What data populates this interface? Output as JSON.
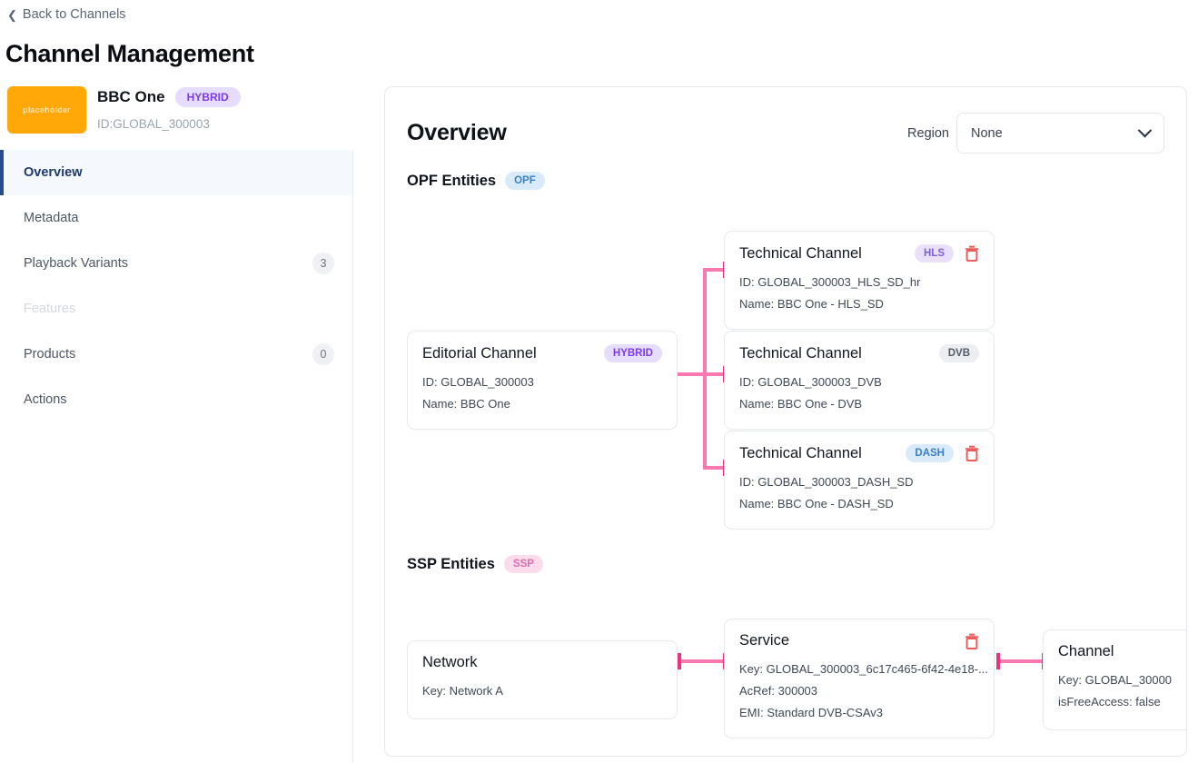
{
  "header": {
    "back_label": "Back to Channels",
    "back_icon": "chevron-left-icon",
    "page_title": "Channel Management"
  },
  "channel": {
    "logo_text": "placeholder",
    "logo_color": "#ffa808",
    "name": "BBC One",
    "badge": "HYBRID",
    "id": "ID:GLOBAL_300003"
  },
  "sidebar": {
    "items": [
      {
        "label": "Overview",
        "count": "",
        "active": true,
        "disabled": false
      },
      {
        "label": "Metadata",
        "count": "",
        "active": false,
        "disabled": false
      },
      {
        "label": "Playback Variants",
        "count": "3",
        "active": false,
        "disabled": false
      },
      {
        "label": "Features",
        "count": "",
        "active": false,
        "disabled": true
      },
      {
        "label": "Products",
        "count": "0",
        "active": false,
        "disabled": false
      },
      {
        "label": "Actions",
        "count": "",
        "active": false,
        "disabled": false
      }
    ]
  },
  "overview": {
    "title": "Overview",
    "region_label": "Region",
    "region_value": "None",
    "region_icon": "chevron-down-icon",
    "opf": {
      "title": "OPF Entities",
      "badge": "OPF",
      "editorial": {
        "title": "Editorial Channel",
        "badge": "HYBRID",
        "id": "ID: GLOBAL_300003",
        "name": "Name: BBC One"
      },
      "technical": [
        {
          "title": "Technical Channel",
          "badge": "HLS",
          "id": "ID: GLOBAL_300003_HLS_SD_hr",
          "name": "Name: BBC One - HLS_SD",
          "has_delete": true,
          "delete_icon": "trash-icon"
        },
        {
          "title": "Technical Channel",
          "badge": "DVB",
          "id": "ID: GLOBAL_300003_DVB",
          "name": "Name: BBC One - DVB",
          "has_delete": false,
          "delete_icon": ""
        },
        {
          "title": "Technical Channel",
          "badge": "DASH",
          "id": "ID: GLOBAL_300003_DASH_SD",
          "name": "Name: BBC One - DASH_SD",
          "has_delete": true,
          "delete_icon": "trash-icon"
        }
      ]
    },
    "ssp": {
      "title": "SSP Entities",
      "badge": "SSP",
      "network": {
        "title": "Network",
        "key": "Key: Network A"
      },
      "service": {
        "title": "Service",
        "key": "Key: GLOBAL_300003_6c17c465-6f42-4e18-...",
        "acref": "AcRef: 300003",
        "emi": "EMI: Standard DVB-CSAv3",
        "delete_icon": "trash-icon"
      },
      "channel": {
        "title": "Channel",
        "key": "Key: GLOBAL_30000",
        "free_access": "isFreeAccess: false"
      }
    }
  },
  "colors": {
    "connector": "#f978b0",
    "connector_cap": "#ef2e7e",
    "active_nav": "#2b4b8f",
    "delete": "#ef5b5b"
  }
}
